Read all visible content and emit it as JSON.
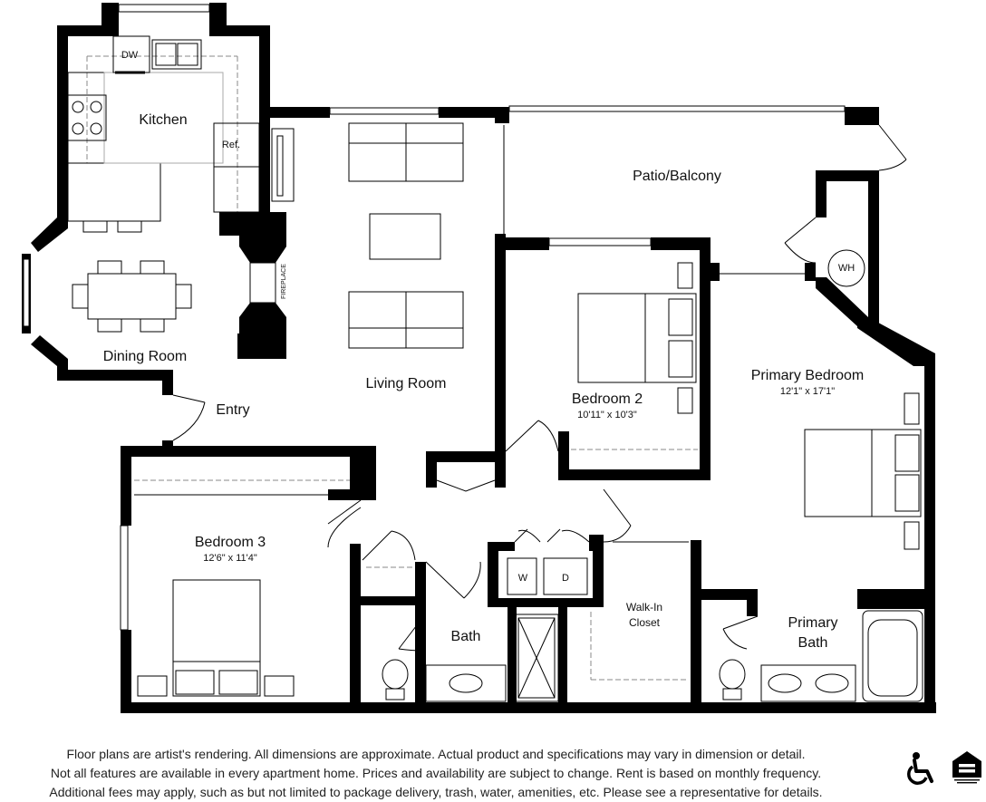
{
  "rooms": {
    "kitchen": "Kitchen",
    "dining_room": "Dining Room",
    "living_room": "Living Room",
    "entry": "Entry",
    "patio": "Patio/Balcony",
    "bedroom2": {
      "name": "Bedroom 2",
      "dims": "10'11\" x 10'3\""
    },
    "primary_bedroom": {
      "name": "Primary Bedroom",
      "dims": "12'1\" x 17'1\""
    },
    "bedroom3": {
      "name": "Bedroom 3",
      "dims": "12'6\" x 11'4\""
    },
    "bath": "Bath",
    "walk_in_closet": [
      "Walk-In",
      "Closet"
    ],
    "primary_bath": [
      "Primary",
      "Bath"
    ]
  },
  "fixtures": {
    "dishwasher": "DW",
    "refrigerator": "Ref.",
    "fireplace": "FIREPLACE",
    "water_heater": "WH",
    "washer": "W",
    "dryer": "D"
  },
  "disclaimer": [
    "Floor plans are artist's rendering. All dimensions are approximate. Actual product and specifications may vary in dimension or detail.",
    "Not all features are available in every apartment home. Prices and availability are subject to change. Rent is based on monthly frequency.",
    "Additional fees may apply, such as but not limited to package delivery, trash, water, amenities, etc. Please see a representative for details."
  ],
  "icons": [
    "wheelchair-accessibility-icon",
    "equal-housing-opportunity-icon"
  ]
}
